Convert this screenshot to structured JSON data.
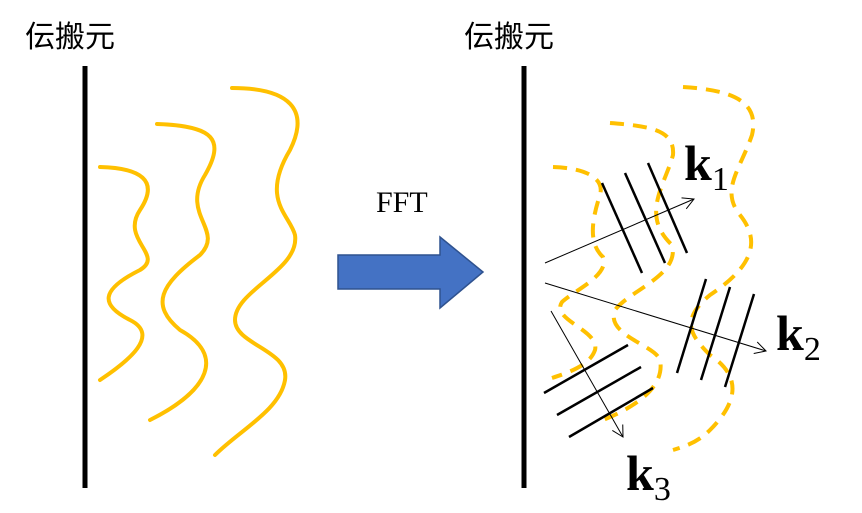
{
  "left_panel": {
    "title": "伝搬元"
  },
  "right_panel": {
    "title": "伝搬元"
  },
  "transform": {
    "label": "FFT"
  },
  "vectors": [
    {
      "symbol": "k",
      "index": "1"
    },
    {
      "symbol": "k",
      "index": "2"
    },
    {
      "symbol": "k",
      "index": "3"
    }
  ],
  "colors": {
    "wave": "#FFC000",
    "arrow_fill": "#4472C4",
    "arrow_stroke": "#2F528F"
  }
}
